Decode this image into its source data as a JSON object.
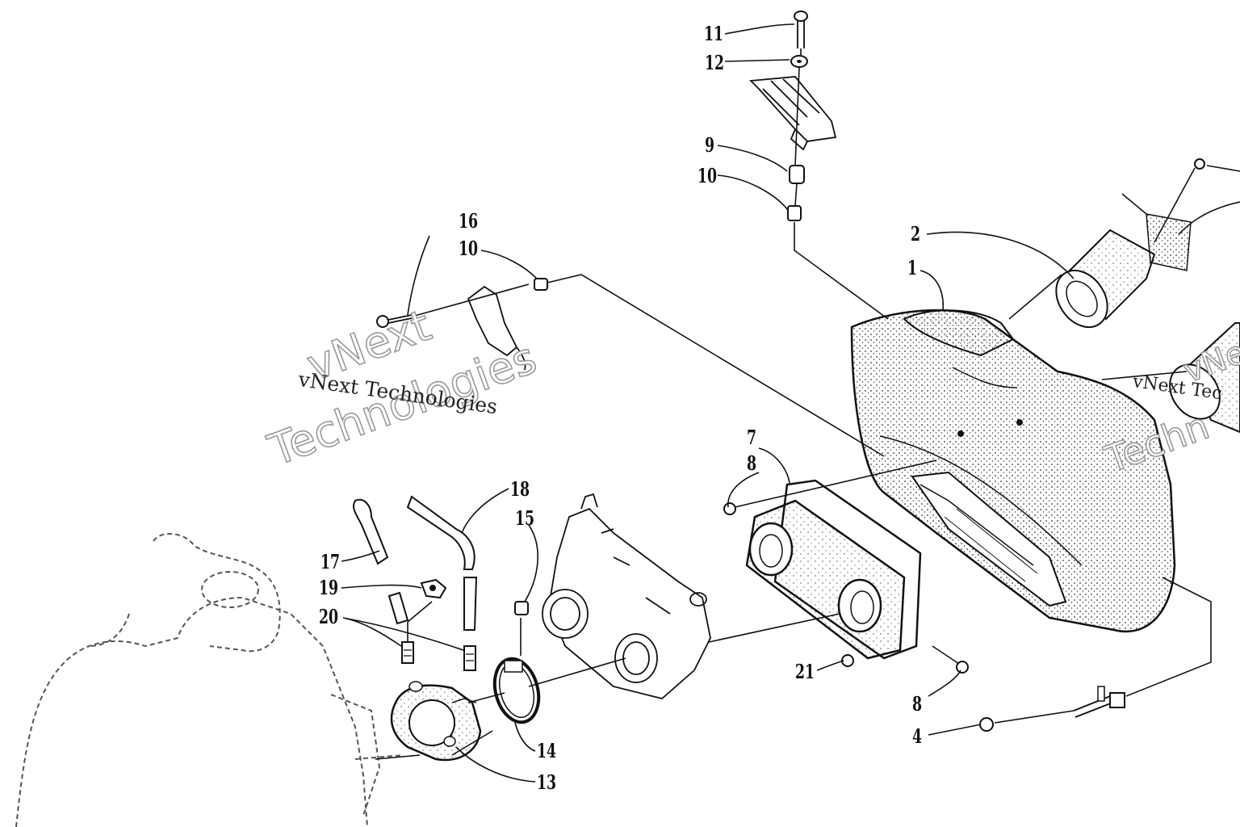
{
  "diagram": {
    "callouts": [
      "1",
      "2",
      "4",
      "7",
      "8",
      "8",
      "9",
      "10",
      "10",
      "11",
      "12",
      "13",
      "14",
      "15",
      "16",
      "17",
      "18",
      "19",
      "20",
      "21"
    ],
    "watermark": {
      "line_small": "vNext Technologies",
      "outline_1": "vNext",
      "outline_2": "Technologies",
      "right_small": "vNext Tec",
      "right_outline_1": "vNe",
      "right_outline_2": "Techn"
    },
    "colors": {
      "ink": "#111111",
      "stipple": "#333333",
      "phantom": "#555555",
      "watermark_outline": "#9a9a9a"
    }
  }
}
